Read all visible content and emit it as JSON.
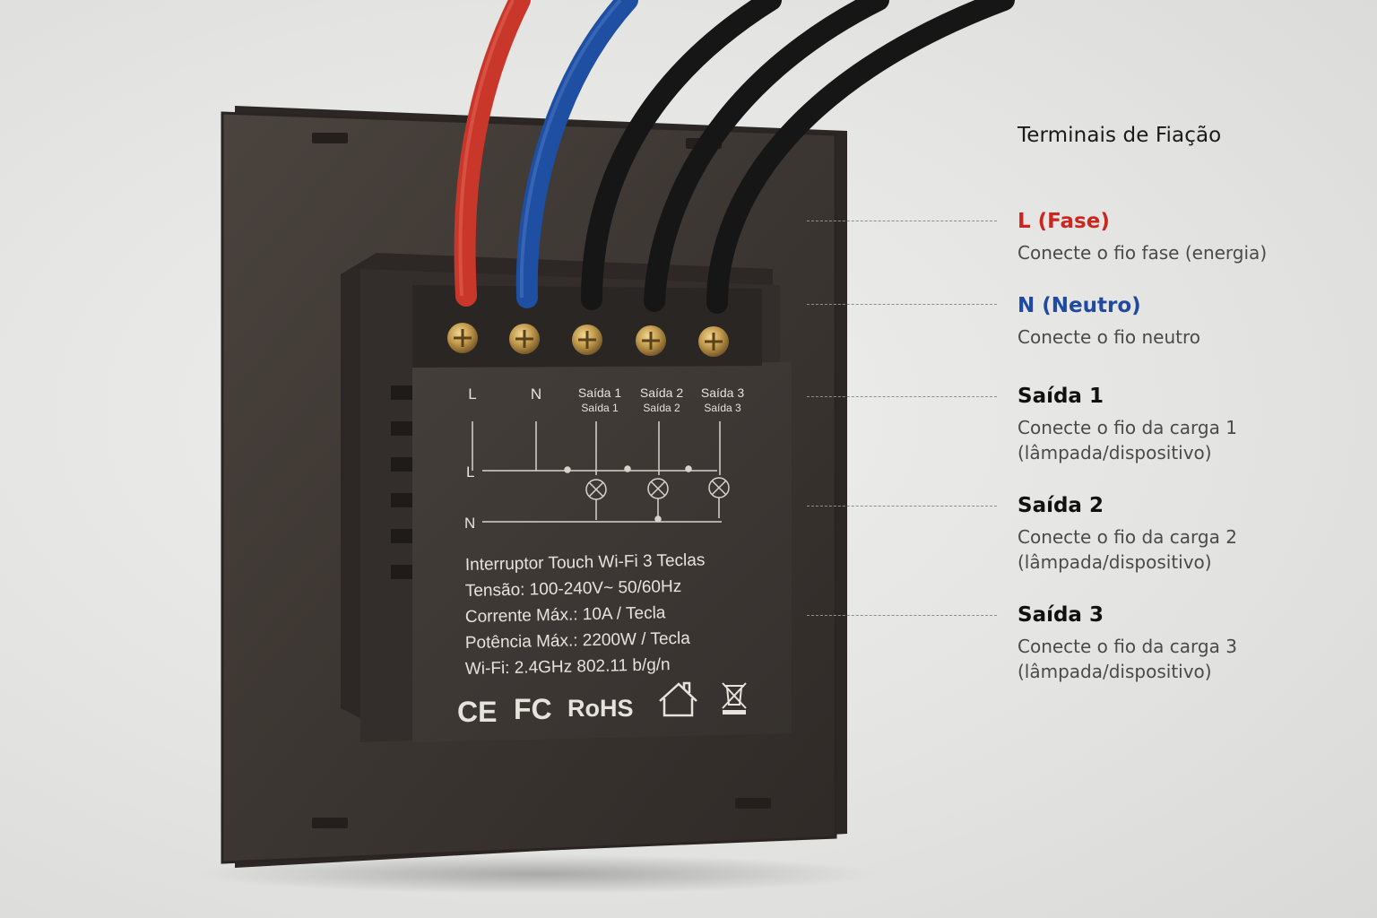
{
  "annotations": {
    "title": "Terminais de Fiação",
    "items": [
      {
        "label": "L (Fase)",
        "desc": "Conecte o fio fase (energia)",
        "color": "#c82820"
      },
      {
        "label": "N (Neutro)",
        "desc": "Conecte o fio neutro",
        "color": "#1f4aa0"
      },
      {
        "label": "Saída 1",
        "desc": "Conecte o fio da carga 1 (lâmpada/dispositivo)",
        "color": "#111111"
      },
      {
        "label": "Saída 2",
        "desc": "Conecte o fio da carga 2 (lâmpada/dispositivo)",
        "color": "#111111"
      },
      {
        "label": "Saída 3",
        "desc": "Conecte o fio da carga 3 (lâmpada/dispositivo)",
        "color": "#111111"
      }
    ]
  },
  "device": {
    "terminals": [
      {
        "top": "L",
        "sub": ""
      },
      {
        "top": "N",
        "sub": ""
      },
      {
        "top": "Saída 1",
        "sub": "Saída 1"
      },
      {
        "top": "Saída 2",
        "sub": "Saída 2"
      },
      {
        "top": "Saída 3",
        "sub": "Saída 3"
      }
    ],
    "diagram": {
      "line_label": "L",
      "neutral_label": "N"
    },
    "specs": [
      "Interruptor Touch Wi-Fi 3 Teclas",
      "Tensão: 100-240V~ 50/60Hz",
      "Corrente Máx.: 10A / Tecla",
      "Potência Máx.: 2200W / Tecla",
      "Wi-Fi: 2.4GHz 802.11 b/g/n"
    ],
    "marks": {
      "ce": "CE",
      "fc": "FC",
      "rohs": "RoHS"
    },
    "wire_colors": [
      "#c9372b",
      "#1e4fa3",
      "#161616",
      "#161616",
      "#161616"
    ],
    "body_color": "#3b3632"
  }
}
